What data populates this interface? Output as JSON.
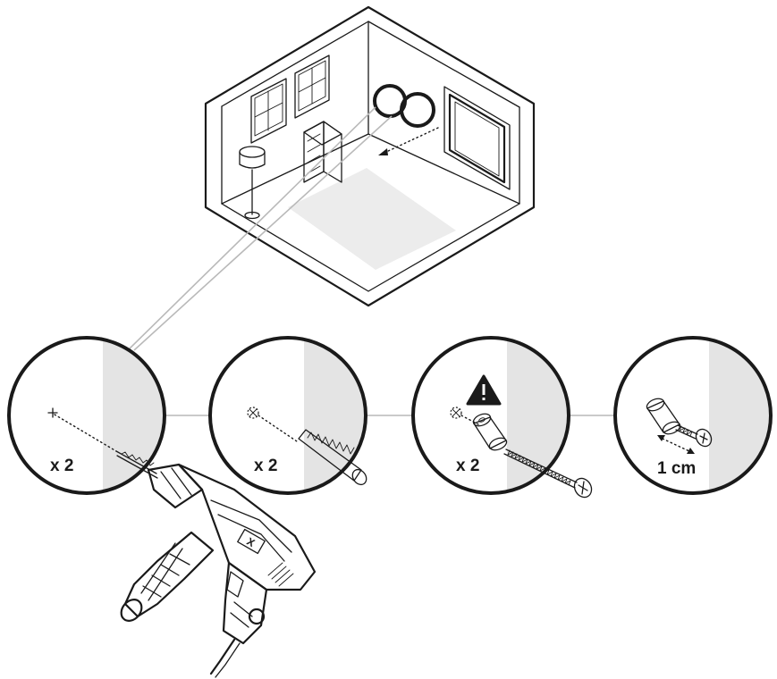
{
  "steps": [
    {
      "label": "x 2",
      "content": "drill-hole"
    },
    {
      "label": "x 2",
      "content": "wall-plug"
    },
    {
      "label": "x 2",
      "content": "screw-with-spacer",
      "warning": true
    },
    {
      "label": "1 cm",
      "content": "screw-gap"
    }
  ],
  "icons": {
    "warning": "warning-icon",
    "drill": "power-drill-icon",
    "room": "isometric-room-icon"
  },
  "colors": {
    "ink": "#1a1a1a",
    "wall_shade": "#e4e4e4",
    "floor_shade": "#ececec",
    "connector": "#b9b9b9"
  }
}
